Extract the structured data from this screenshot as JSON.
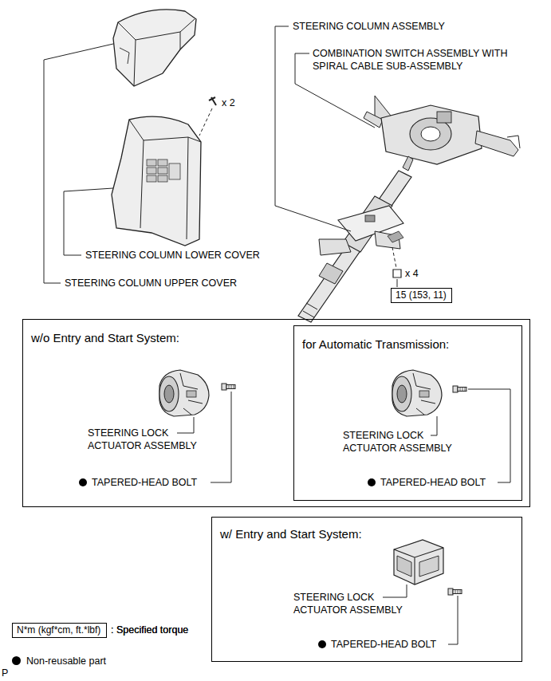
{
  "diagram": {
    "nodes": [
      {
        "text": [
          "w/o Entry and Start System:"
        ]
      },
      {
        "text": [
          "for Automatic Transmission:"
        ],
        "in": 0
      },
      {
        "text": [
          "w/ Entry and Start System:"
        ]
      },
      {
        "text": [
          "15 (153, 11)"
        ]
      },
      {
        "text": [
          "N*m (kgf*cm, ft.*lbf)"
        ]
      }
    ],
    "labels": [
      "STEERING COLUMN ASSEMBLY",
      "COMBINATION SWITCH ASSEMBLY WITH SPIRAL CABLE SUB-ASSEMBLY",
      "x 2",
      "x 4",
      "STEERING COLUMN LOWER COVER",
      "STEERING COLUMN UPPER COVER",
      "STEERING LOCK ACTUATOR ASSEMBLY",
      "TAPERED-HEAD BOLT",
      "STEERING LOCK ACTUATOR ASSEMBLY",
      "TAPERED-HEAD BOLT",
      "STEERING LOCK ACTUATOR ASSEMBLY",
      "TAPERED-HEAD BOLT",
      ": Specified torque",
      "P"
    ],
    "legend": [
      {
        "text": ": Specified torque"
      },
      {
        "text": "Non-reusable part"
      }
    ]
  }
}
